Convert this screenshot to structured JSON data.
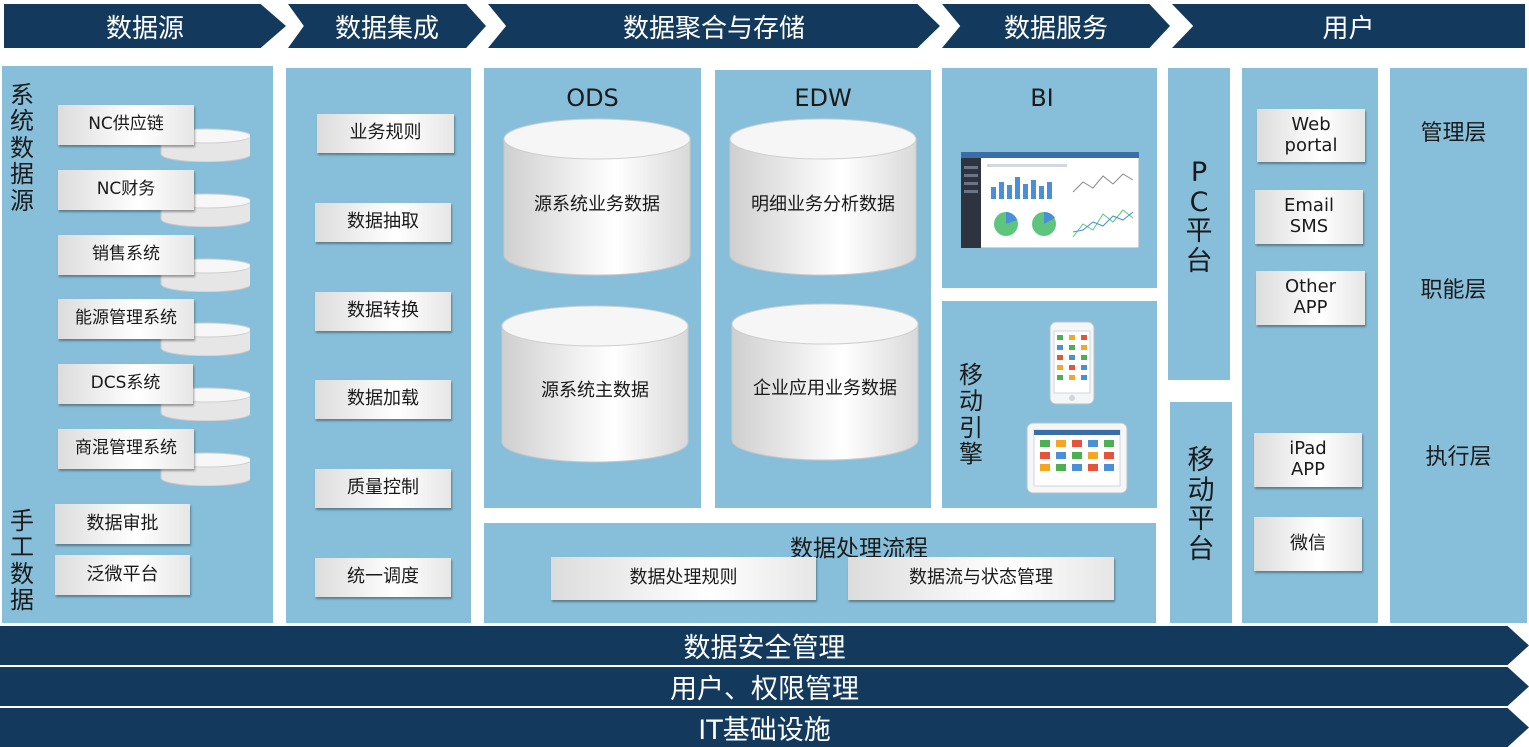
{
  "header": [
    {
      "label": "数据源"
    },
    {
      "label": "数据集成"
    },
    {
      "label": "数据聚合与存储"
    },
    {
      "label": "数据服务"
    },
    {
      "label": "用户"
    }
  ],
  "sources": {
    "system_title": [
      "系",
      "统",
      "数",
      "据",
      "源"
    ],
    "systems": [
      "NC供应链",
      "NC财务",
      "销售系统",
      "能源管理系统",
      "DCS系统",
      "商混管理系统"
    ],
    "manual_title": [
      "手",
      "工",
      "数",
      "据"
    ],
    "manual": [
      "数据审批",
      "泛微平台"
    ]
  },
  "integration": [
    "业务规则",
    "数据抽取",
    "数据转换",
    "数据加载",
    "质量控制",
    "统一调度"
  ],
  "storage": {
    "ods_title": "ODS",
    "ods": [
      "源系统业务数据",
      "源系统主数据"
    ],
    "edw_title": "EDW",
    "edw": [
      "明细业务分析数据",
      "企业应用业务数据"
    ],
    "process_title": "数据处理流程",
    "process": [
      "数据处理规则",
      "数据流与状态管理"
    ]
  },
  "services": {
    "bi_title": "BI",
    "mobile_title": [
      "移",
      "动",
      "引",
      "擎"
    ]
  },
  "platforms": {
    "pc": [
      "P",
      "C",
      "平",
      "台"
    ],
    "mobile": [
      "移",
      "动",
      "平",
      "台"
    ]
  },
  "channels": [
    {
      "line1": "Web",
      "line2": "portal"
    },
    {
      "line1": "Email",
      "line2": "SMS"
    },
    {
      "line1": "Other",
      "line2": "APP"
    },
    {
      "line1": "iPad",
      "line2": "APP"
    },
    {
      "line1": "微信",
      "line2": ""
    }
  ],
  "layers": [
    "管理层",
    "职能层",
    "执行层"
  ],
  "bottom_bars": [
    "数据安全管理",
    "用户、权限管理",
    "IT基础设施"
  ],
  "colors": {
    "navy": "#133a5c",
    "panel": "#87bfda"
  }
}
